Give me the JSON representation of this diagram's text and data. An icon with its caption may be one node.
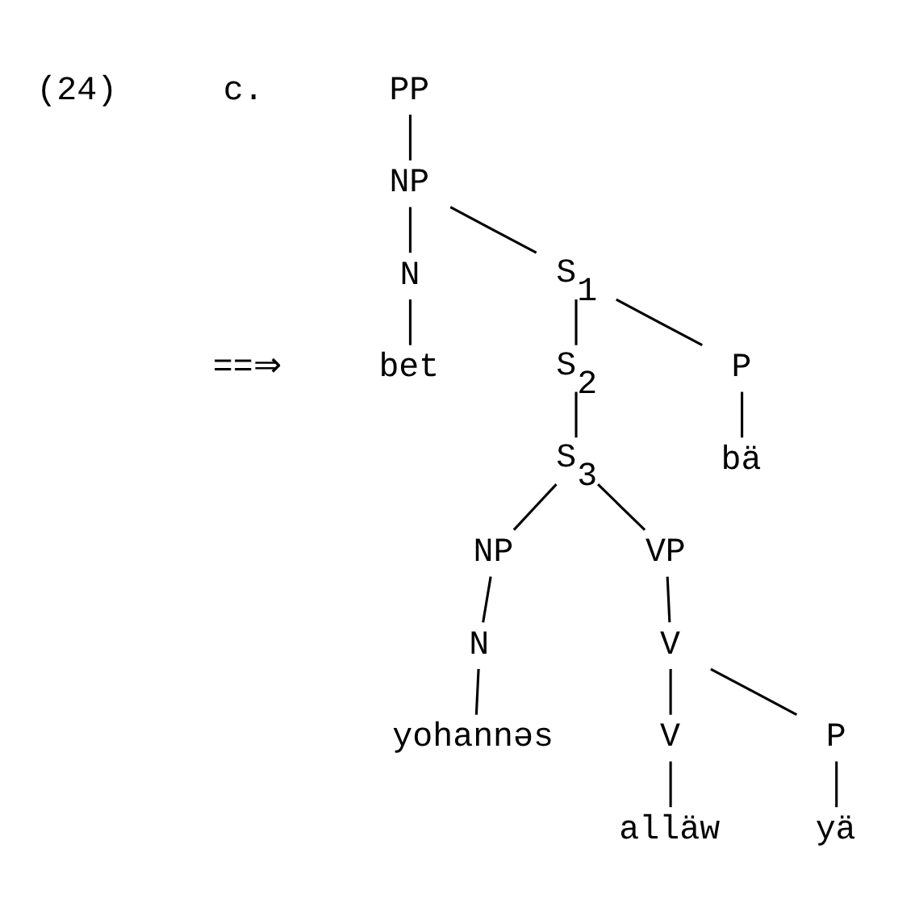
{
  "diagram": {
    "nodes": [
      {
        "text": [
          "PP"
        ]
      },
      {
        "text": [
          "NP"
        ]
      },
      {
        "text": [
          "S$_{1}$"
        ]
      },
      {
        "text": [
          "N"
        ]
      },
      {
        "text": [
          "P"
        ]
      },
      {
        "text": [
          "S$_{2}$"
        ]
      },
      {
        "text": [
          "bet"
        ]
      },
      {
        "text": [
          "bä"
        ]
      },
      {
        "text": [
          "S$_{3}$"
        ]
      },
      {
        "text": [
          "NP"
        ]
      },
      {
        "text": [
          "VP"
        ]
      },
      {
        "text": [
          "N"
        ]
      },
      {
        "text": [
          "V"
        ]
      },
      {
        "text": [
          "yohannəs"
        ]
      },
      {
        "text": [
          "P"
        ]
      },
      {
        "text": [
          "V"
        ]
      },
      {
        "text": [
          "yä"
        ]
      },
      {
        "text": [
          "alläw"
        ]
      }
    ],
    "edges": [
      {
        "from": 0,
        "to": 1,
        "arrow": "none"
      },
      {
        "from": 1,
        "to": 2,
        "arrow": "none"
      },
      {
        "from": 1,
        "to": 3,
        "arrow": "none"
      },
      {
        "from": 2,
        "to": 4,
        "arrow": "none"
      },
      {
        "from": 2,
        "to": 5,
        "arrow": "none"
      },
      {
        "from": 3,
        "to": 6,
        "arrow": "none"
      },
      {
        "from": 4,
        "to": 7,
        "arrow": "none"
      },
      {
        "from": 5,
        "to": 8,
        "arrow": "none"
      },
      {
        "from": 8,
        "to": 9,
        "arrow": "none"
      },
      {
        "from": 8,
        "to": 10,
        "arrow": "none"
      },
      {
        "from": 9,
        "to": 11,
        "arrow": "none"
      },
      {
        "from": 10,
        "to": 12,
        "arrow": "none"
      },
      {
        "from": 11,
        "to": 13,
        "arrow": "none"
      },
      {
        "from": 12,
        "to": 14,
        "arrow": "none"
      },
      {
        "from": 12,
        "to": 15,
        "arrow": "none"
      },
      {
        "from": 14,
        "to": 16,
        "arrow": "none"
      },
      {
        "from": 15,
        "to": 17,
        "arrow": "none"
      }
    ],
    "labels": [
      "(24)",
      "c.",
      "==⇒"
    ]
  }
}
